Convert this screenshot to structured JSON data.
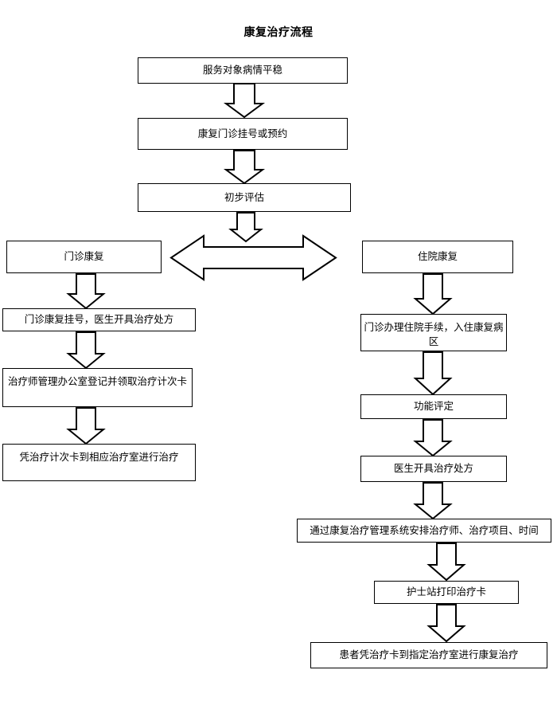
{
  "title": "康复治疗流程",
  "diagram": {
    "type": "flowchart",
    "orientation": "top-down with two parallel branches",
    "nodes": [
      {
        "id": "n1",
        "label": "服务对象病情平稳"
      },
      {
        "id": "n2",
        "label": "康复门诊挂号或预约"
      },
      {
        "id": "n3",
        "label": "初步评估"
      },
      {
        "id": "n4",
        "label": "门诊康复"
      },
      {
        "id": "n5",
        "label": "住院康复"
      },
      {
        "id": "n6",
        "label": "门诊康复挂号，医生开具治疗处方"
      },
      {
        "id": "n7",
        "label": "治疗师管理办公室登记并领取治疗计次卡"
      },
      {
        "id": "n8",
        "label": "凭治疗计次卡到相应治疗室进行治疗"
      },
      {
        "id": "n9",
        "label": "门诊办理住院手续，入住康复病区"
      },
      {
        "id": "n10",
        "label": "功能评定"
      },
      {
        "id": "n11",
        "label": "医生开具治疗处方"
      },
      {
        "id": "n12",
        "label": "通过康复治疗管理系统安排治疗师、治疗项目、时间"
      },
      {
        "id": "n13",
        "label": "护士站打印治疗卡"
      },
      {
        "id": "n14",
        "label": "患者凭治疗卡到指定治疗室进行康复治疗"
      }
    ],
    "connectors": [
      {
        "id": "a1",
        "from": "n1",
        "to": "n2",
        "kind": "down-arrow"
      },
      {
        "id": "a2",
        "from": "n2",
        "to": "n3",
        "kind": "down-arrow"
      },
      {
        "id": "a3",
        "from": "n3",
        "to": "branch",
        "kind": "down-arrow"
      },
      {
        "id": "a4",
        "from": "n4",
        "to": "n5",
        "kind": "double-horizontal-arrow"
      },
      {
        "id": "a5",
        "from": "n4",
        "to": "n6",
        "kind": "down-arrow"
      },
      {
        "id": "a6",
        "from": "n6",
        "to": "n7",
        "kind": "down-arrow"
      },
      {
        "id": "a7",
        "from": "n7",
        "to": "n8",
        "kind": "down-arrow"
      },
      {
        "id": "a8",
        "from": "n5",
        "to": "n9",
        "kind": "down-arrow"
      },
      {
        "id": "a9",
        "from": "n9",
        "to": "n10",
        "kind": "down-arrow"
      },
      {
        "id": "a10",
        "from": "n10",
        "to": "n11",
        "kind": "down-arrow"
      },
      {
        "id": "a11",
        "from": "n11",
        "to": "n12",
        "kind": "down-arrow"
      },
      {
        "id": "a12",
        "from": "n12",
        "to": "n13",
        "kind": "down-arrow"
      },
      {
        "id": "a13",
        "from": "n13",
        "to": "n14",
        "kind": "down-arrow"
      }
    ]
  },
  "colors": {
    "background": "#ffffff",
    "stroke": "#000000",
    "text": "#000000",
    "fill": "#ffffff"
  }
}
